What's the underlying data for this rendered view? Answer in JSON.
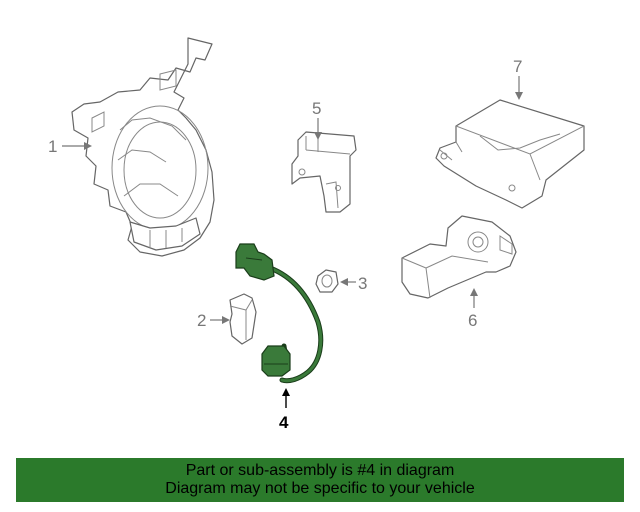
{
  "callouts": {
    "part1": "1",
    "part2": "2",
    "part3": "3",
    "part4": "4",
    "part5": "5",
    "part6": "6",
    "part7": "7"
  },
  "highlight_part": "4",
  "colors": {
    "highlight_green": "#3a7a3a",
    "banner_green": "#2b7a2b",
    "line_gray": "#666666"
  },
  "banner": {
    "line1": "Part or sub-assembly is #4 in diagram",
    "line2": "Diagram may not be specific to your vehicle"
  }
}
